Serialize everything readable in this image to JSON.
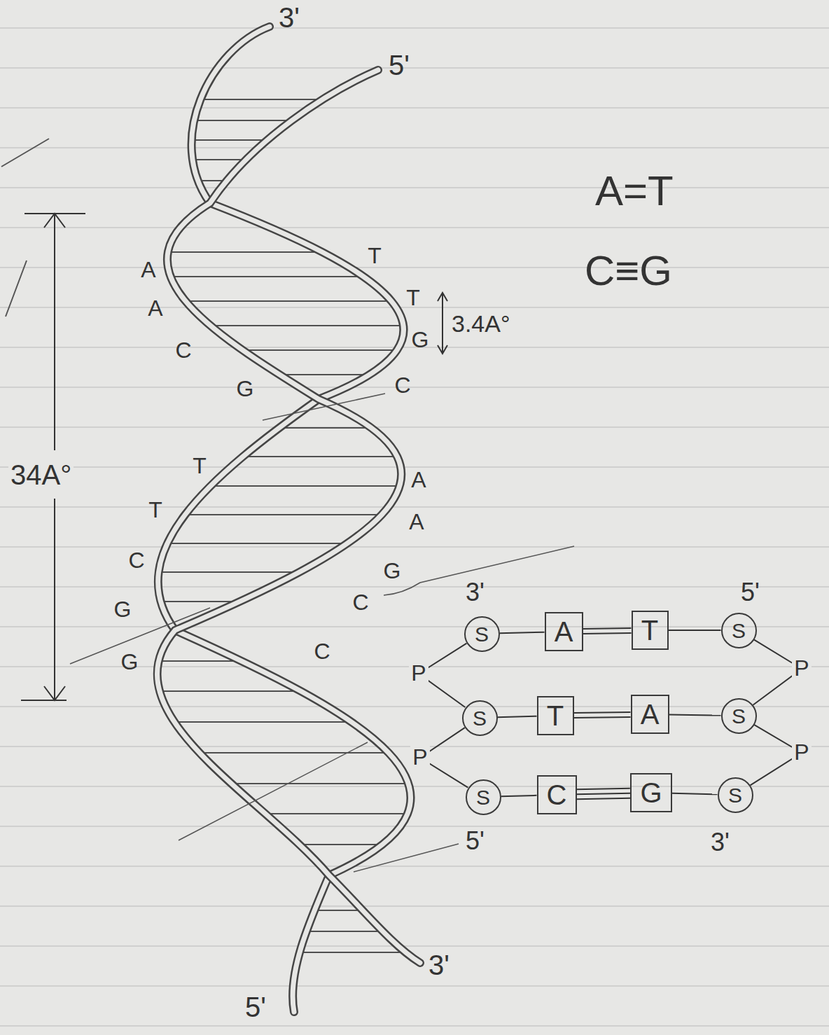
{
  "diagram": {
    "nodes": [
      {
        "text": [
          "S"
        ]
      },
      {
        "text": [
          "A"
        ]
      },
      {
        "text": [
          "T"
        ]
      },
      {
        "text": [
          "S"
        ]
      },
      {
        "text": [
          "S"
        ]
      },
      {
        "text": [
          "T"
        ]
      },
      {
        "text": [
          "A"
        ]
      },
      {
        "text": [
          "S"
        ]
      },
      {
        "text": [
          "S"
        ]
      },
      {
        "text": [
          "C"
        ]
      },
      {
        "text": [
          "G"
        ]
      },
      {
        "text": [
          "S"
        ]
      }
    ],
    "edges": [
      {
        "from": 0,
        "to": 1,
        "arrow": "none"
      },
      {
        "from": 1,
        "to": 2,
        "arrow": "none"
      },
      {
        "from": 2,
        "to": 3,
        "arrow": "none"
      },
      {
        "from": 4,
        "to": 5,
        "arrow": "none"
      },
      {
        "from": 5,
        "to": 6,
        "arrow": "none"
      },
      {
        "from": 6,
        "to": 7,
        "arrow": "none"
      },
      {
        "from": 8,
        "to": 9,
        "arrow": "none"
      },
      {
        "from": 9,
        "to": 10,
        "arrow": "none"
      },
      {
        "from": 10,
        "to": 11,
        "arrow": "none"
      },
      {
        "from": 0,
        "to": 4,
        "label": "P",
        "arrow": "none"
      },
      {
        "from": 4,
        "to": 8,
        "label": "P",
        "arrow": "none"
      },
      {
        "from": 3,
        "to": 7,
        "label": "P",
        "arrow": "none"
      },
      {
        "from": 7,
        "to": 11,
        "label": "P",
        "arrow": "none"
      }
    ],
    "labels": [
      "3'",
      "5'",
      "A=T",
      "C≡G",
      "A",
      "T",
      "A",
      "T",
      "3.4A°",
      "C",
      "G",
      "G",
      "C",
      "34A°",
      "T",
      "A",
      "T",
      "A",
      "C",
      "G",
      "C",
      "G",
      "C",
      "G",
      "3'",
      "5'",
      "5'",
      "3'",
      "3'",
      "5'"
    ]
  }
}
